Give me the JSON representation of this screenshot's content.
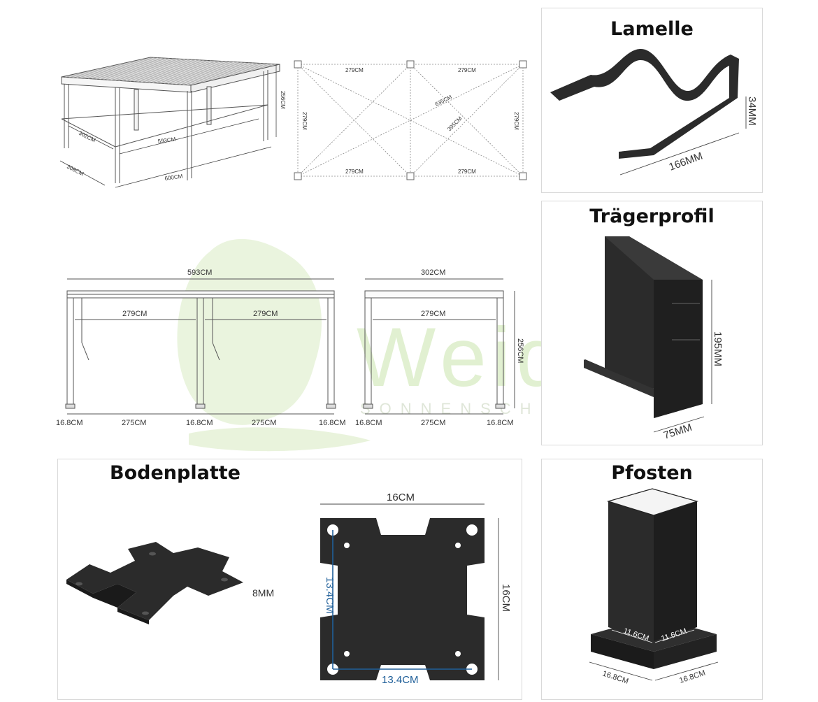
{
  "panels": {
    "lamelle": {
      "title": "Lamelle",
      "height": "34MM",
      "width": "166MM"
    },
    "traegerprofil": {
      "title": "Trägerprofil",
      "height": "195MM",
      "width": "75MM"
    },
    "bodenplatte": {
      "title": "Bodenplatte",
      "thickness": "8MM",
      "top": "16CM",
      "side": "16CM",
      "hole_v": "13.4CM",
      "hole_h": "13.4CM"
    },
    "pfosten": {
      "title": "Pfosten",
      "inner_a": "11.6CM",
      "inner_b": "11.6CM",
      "base_a": "16.8CM",
      "base_b": "16.8CM"
    }
  },
  "iso_view": {
    "height": "256CM",
    "depth_inner": "302CM",
    "depth_outer": "308CM",
    "length_inner": "593CM",
    "length_outer": "600CM"
  },
  "plan_view": {
    "top_a": "279CM",
    "top_b": "279CM",
    "bottom_a": "279CM",
    "bottom_b": "279CM",
    "left": "279CM",
    "right": "279CM",
    "diag_long": "635CM",
    "diag_short": "395CM"
  },
  "front_view": {
    "total": "593CM",
    "bay_a": "279CM",
    "bay_b": "279CM",
    "post_1": "16.8CM",
    "gap_1": "275CM",
    "post_2": "16.8CM",
    "gap_2": "275CM",
    "post_3": "16.8CM"
  },
  "side_view": {
    "total": "302CM",
    "bay": "279CM",
    "height": "256CM",
    "post_1": "16.8CM",
    "gap": "275CM",
    "post_2": "16.8CM"
  },
  "watermark": {
    "brand": "Weide",
    "tagline": "SONNENSCHUTZ"
  },
  "colors": {
    "profile": "#2b2b2b",
    "line": "#555555",
    "blue_dim": "#1f5f99",
    "watermark": "#d8ecc2"
  }
}
